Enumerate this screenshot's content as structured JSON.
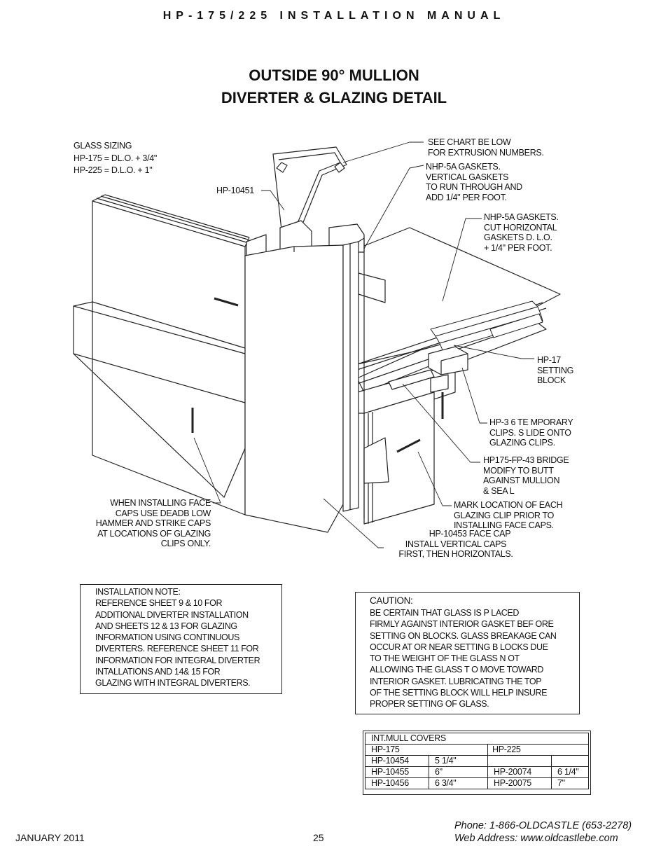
{
  "header": {
    "manual_title": "HP-175/225 INSTALLATION MANUAL"
  },
  "title": {
    "line1": "OUTSIDE 90° MULLION",
    "line2": "DIVERTER & GLAZING DETAIL"
  },
  "labels": {
    "glass_sizing": [
      "GLASS SIZING",
      "HP-175 = DL.O. + 3/4\"",
      "HP-225 = D.L.O. + 1\""
    ],
    "hp10451": "HP-10451",
    "see_chart": [
      "SEE CHART BE LOW",
      "FOR EXTRUSION NUMBERS."
    ],
    "nhp_vertical": [
      "NHP-5A GASKETS.",
      "VERTICAL GASKETS",
      "TO RUN THROUGH AND",
      "ADD 1/4\" PER FOOT."
    ],
    "nhp_horizontal": [
      "NHP-5A GASKETS.",
      "CUT HORIZONTAL",
      "GASKETS D. L.O.",
      "+ 1/4\" PER FOOT."
    ],
    "hp17": [
      "HP-17",
      "SETTING",
      "BLOCK"
    ],
    "hp36": [
      "HP-3 6 TE MPORARY",
      "CLIPS. S LIDE ONTO",
      "GLAZING CLIPS."
    ],
    "bridge": [
      "HP175-FP-43 BRIDGE",
      "MODIFY TO BUTT",
      "AGAINST MULLION",
      "& SEA L"
    ],
    "mark_location": [
      "MARK LOCATION OF EACH",
      "GLAZING CLIP PRIOR TO",
      "INSTALLING FACE CAPS."
    ],
    "face_cap": [
      "HP-10453 FACE CAP",
      "INSTALL VERTICAL CAPS",
      "FIRST, THEN HORIZONTALS."
    ],
    "deadblow": [
      "WHEN INSTALLING FACE",
      "CAPS USE DEADB LOW",
      "HAMMER AND STRIKE CAPS",
      "AT LOCATIONS OF GLAZING",
      "CLIPS ONLY."
    ]
  },
  "installation_note": [
    "INSTALLATION NOTE:",
    "REFERENCE SHEET 9   & 10 FOR",
    "ADDITIONAL DIVERTER INSTALLATION",
    "AND SHEETS 12 & 13  FOR GLAZING",
    "INFORMATION USING CONTINUOUS",
    "DIVERTERS. REFERENCE SHEET 11 FOR",
    "INFORMATION FOR INTEGRAL DIVERTER",
    "INTALLATIONS AND 14& 15 FOR",
    "GLAZING WITH INTEGRAL DIVERTERS."
  ],
  "caution": [
    "CAUTION:",
    "BE CERTAIN THAT GLASS IS P  LACED",
    "FIRMLY AGAINST INTERIOR GASKET BEF  ORE",
    "SETTING ON BLOCKS. GLASS BREAKAGE CAN",
    "OCCUR AT OR NEAR SETTING B LOCKS DUE",
    "TO THE WEIGHT OF THE GLASS N OT",
    "ALLOWING THE GLASS T O MOVE TOWARD",
    "INTERIOR GASKET.  LUBRICATING THE TOP",
    "OF THE SETTING BLOCK WILL HELP INSURE",
    "PROPER SETTING  OF GLASS."
  ],
  "mull_table": {
    "heading": "INT.MULL COVERS",
    "col_175": "HP-175",
    "col_225": "HP-225",
    "rows": [
      [
        "HP-10454",
        "5 1/4\"",
        "",
        ""
      ],
      [
        "HP-10455",
        "6\"",
        "HP-20074",
        "6 1/4\""
      ],
      [
        "HP-10456",
        "6  3/4\"",
        "HP-20075",
        "7\""
      ]
    ]
  },
  "footer": {
    "date": "JANUARY 2011",
    "page": "25",
    "phone": "Phone: 1-866-OLDCASTLE (653-2278)",
    "web": "Web Address: www.oldcastlebe.com"
  }
}
